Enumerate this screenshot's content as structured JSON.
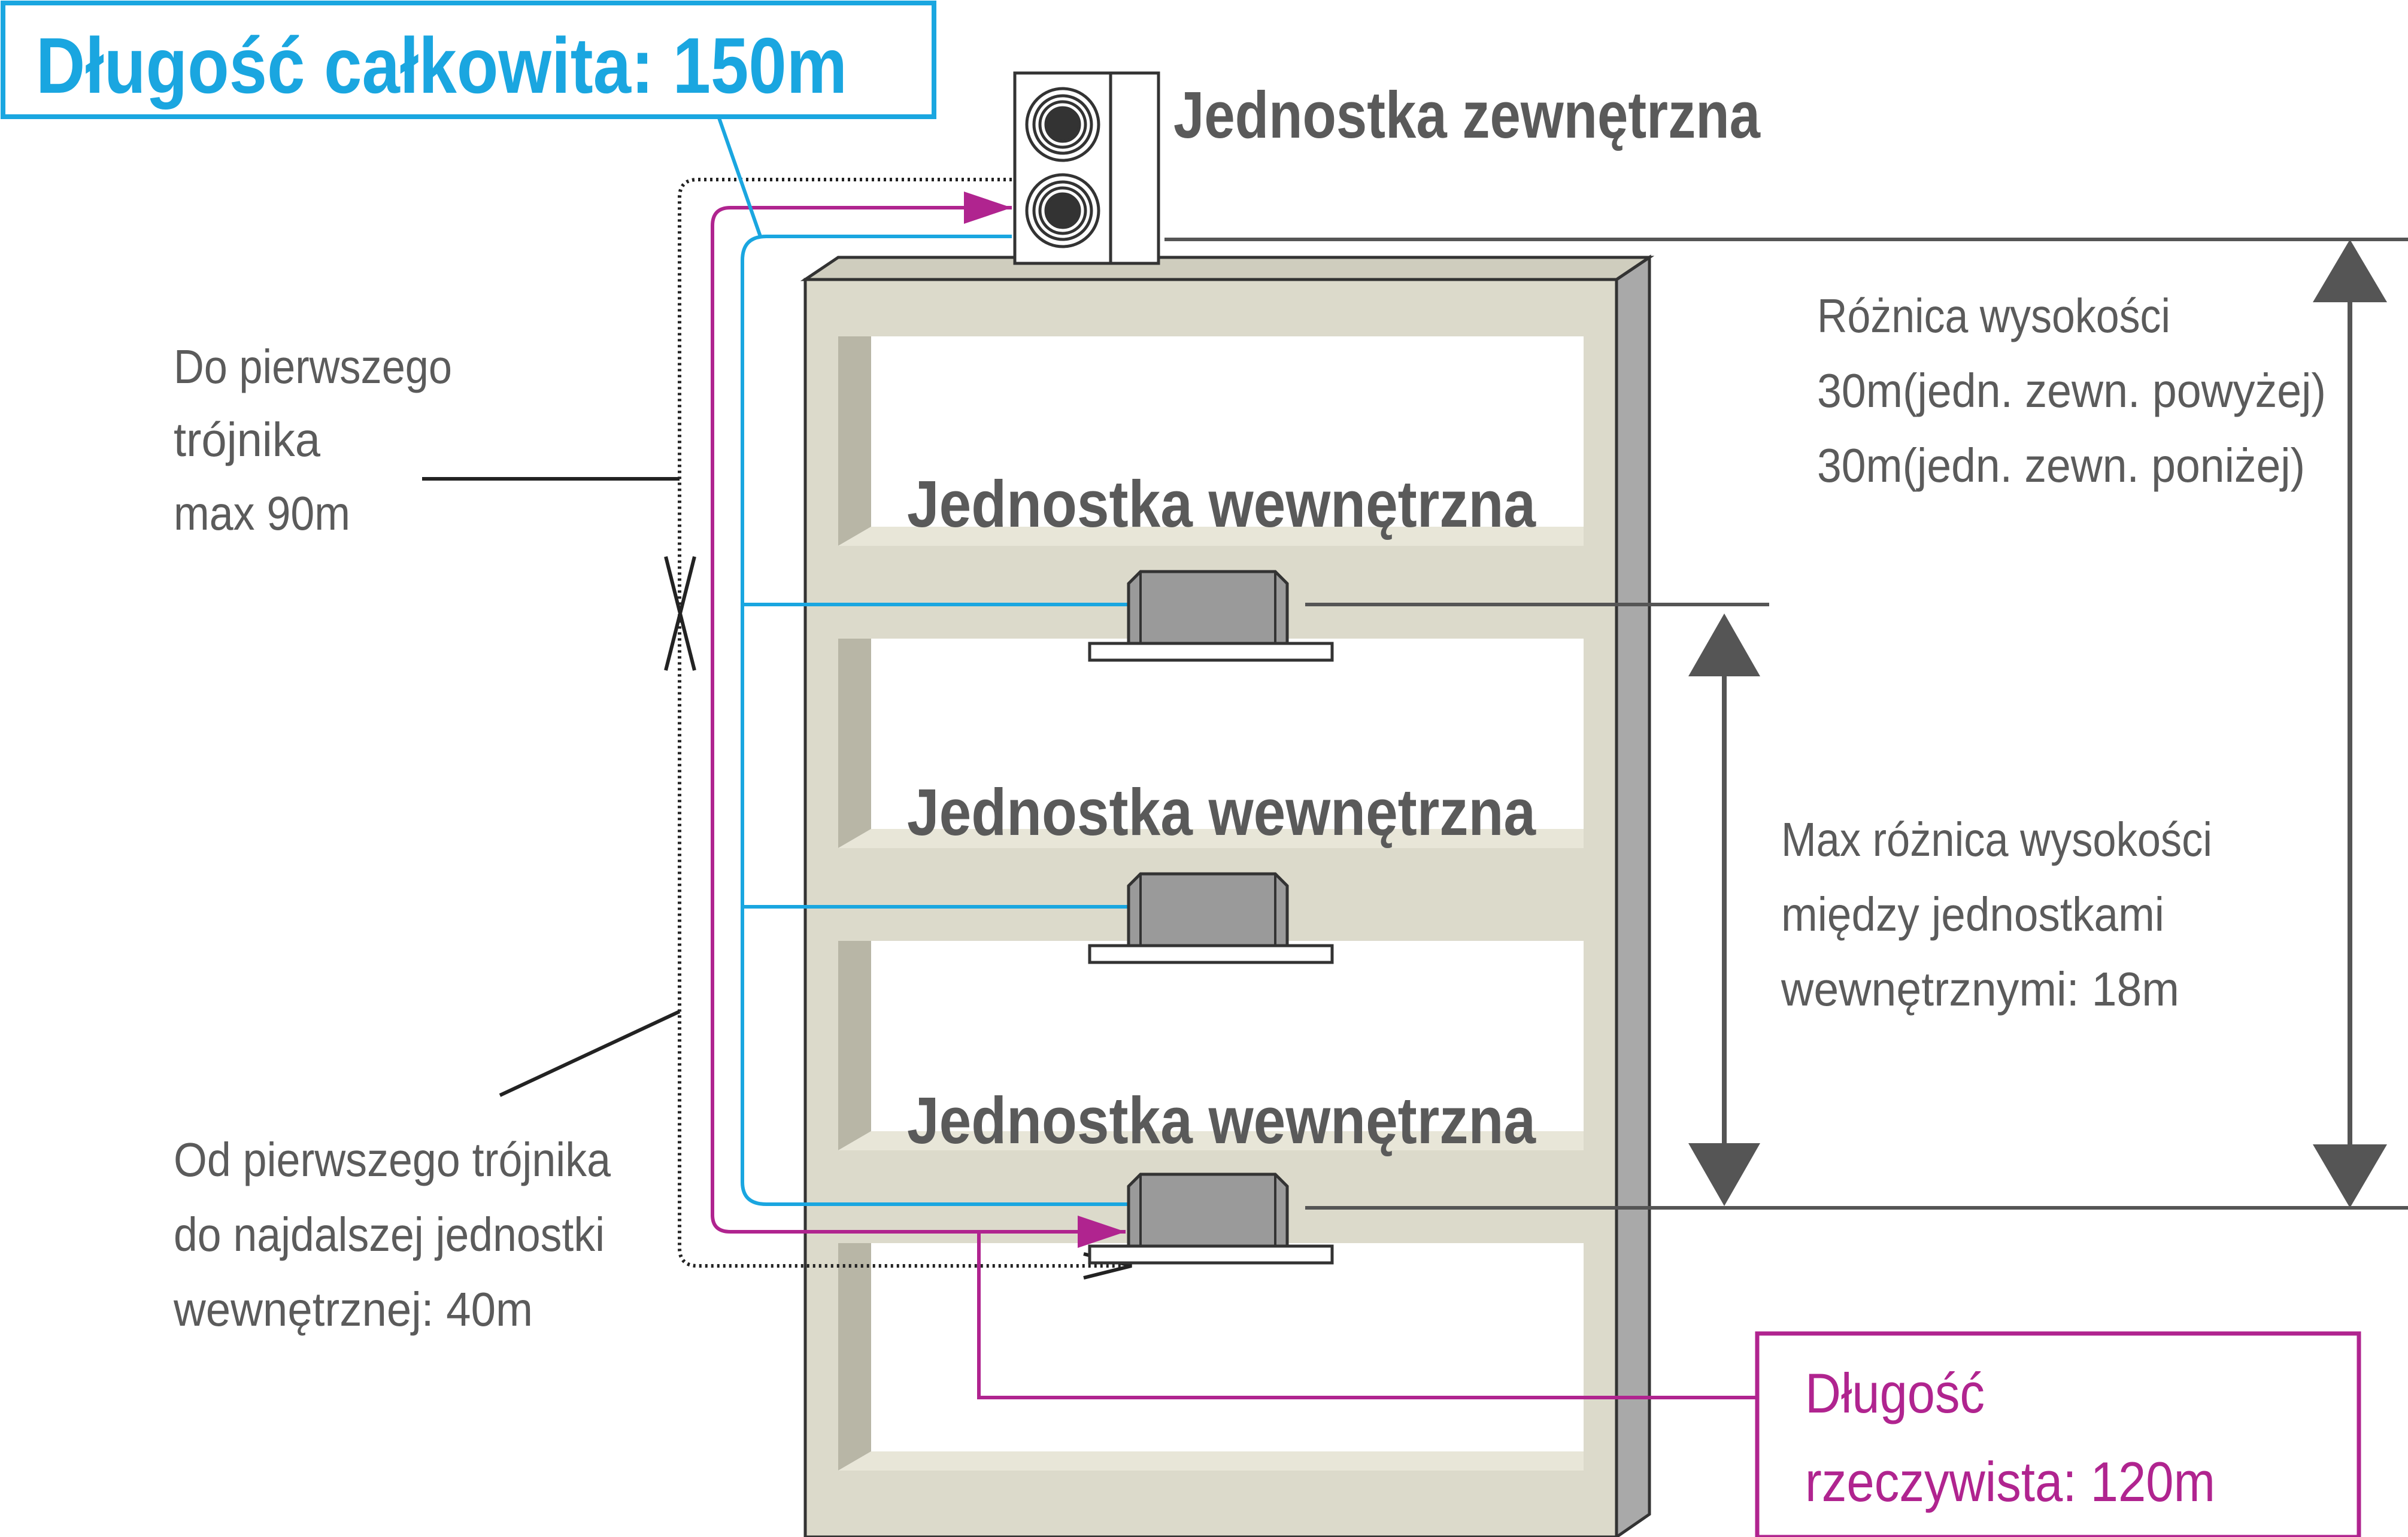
{
  "colors": {
    "cyan": "#1aa6e0",
    "magenta": "#b0248f",
    "gray_text": "#5b5b5b",
    "wall": "#dcdacb",
    "wall_shadow": "#b8b6a6",
    "building_side": "#a9a9a9",
    "unit_body": "#9a9a9a"
  },
  "labels": {
    "total_length": "Długość całkowita: 150m",
    "outdoor_unit": "Jednostka zewnętrzna",
    "indoor_unit_1": "Jednostka wewnętrzna",
    "indoor_unit_2": "Jednostka wewnętrzna",
    "indoor_unit_3": "Jednostka wewnętrzna",
    "to_first_tee": [
      "Do pierwszego",
      "trójnika",
      "max 90m"
    ],
    "from_first_tee": [
      "Od pierwszego trójnika",
      "do najdalszej jednostki",
      "wewnętrznej: 40m"
    ],
    "height_difference": [
      "Różnica wysokości",
      "30m(jedn. zewn. powyżej)",
      "30m(jedn. zewn. poniżej)"
    ],
    "indoor_height_difference": [
      "Max różnica wysokości",
      "między jednostkami",
      "wewnętrznymi: 18m"
    ],
    "actual_length": [
      "Długość",
      "rzeczywista: 120m"
    ]
  }
}
